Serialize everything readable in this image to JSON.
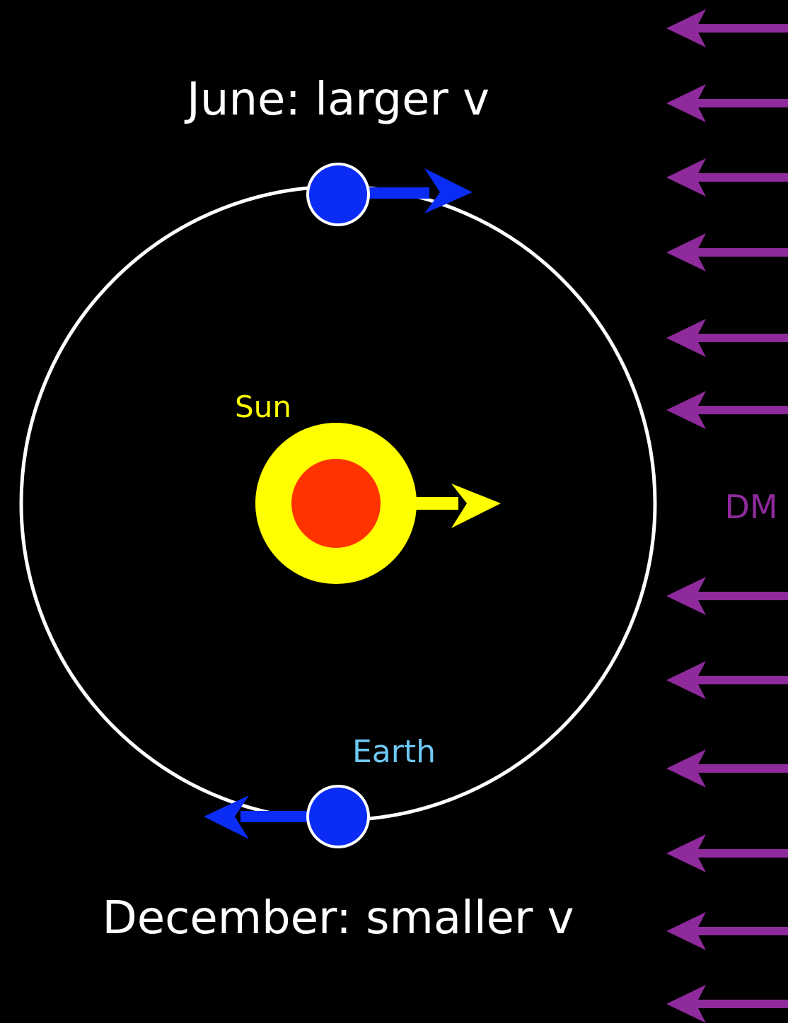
{
  "labels": {
    "june": "June: larger v",
    "december": "December: smaller v",
    "sun": "Sun",
    "earth": "Earth",
    "dm": "DM"
  },
  "colors": {
    "background": "#000000",
    "orbit": "#ffffff",
    "earth": "#0a2cf5",
    "earth_velocity": "#0a2cf5",
    "sun_outer": "#ffff00",
    "sun_inner": "#ff3300",
    "sun_velocity": "#ffff00",
    "dm_wind": "#8e2a9b",
    "sun_label": "#ffff00",
    "earth_label": "#6ec8f5",
    "dm_label": "#8e2a9b",
    "title_text": "#ffffff"
  },
  "icons": {
    "dm_wind_arrows": "left-arrow",
    "earth_velocity_arrows": "arrow",
    "sun_velocity_arrow": "right-arrow"
  }
}
